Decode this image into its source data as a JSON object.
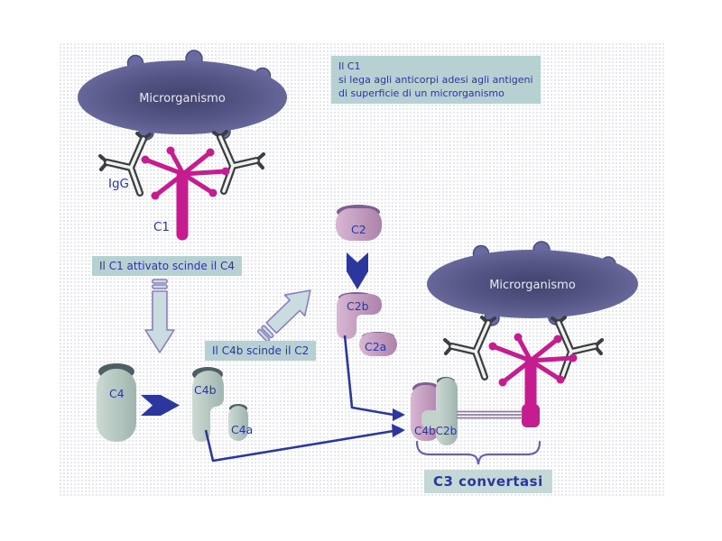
{
  "notes": {
    "c1_binding": {
      "line1": "Il C1",
      "line2": "si lega agli  anticorpi adesi agli antigeni",
      "line3": "di superficie di un microrganismo"
    },
    "c1_cleaves_c4": "Il C1 attivato scinde il C4",
    "c4b_cleaves_c2": "Il C4b scinde il C2"
  },
  "labels": {
    "microbe1": "Microrganismo",
    "microbe2": "Microrganismo",
    "igg": "IgG",
    "c1": "C1",
    "c2": "C2",
    "c2b": "C2b",
    "c2a": "C2a",
    "c4": "C4",
    "c4b": "C4b",
    "c4a": "C4a",
    "c4b_c2b_complex": "C4bC2b",
    "c3_convertase": "C3 convertasi"
  },
  "colors": {
    "microbe_fill": "#5c5c93",
    "c1_magenta": "#c51d90",
    "note_background": "#b7d0d2",
    "convertase_note_background": "#c4d8d8",
    "text_navy": "#2b379d",
    "c4_blob_sage": "#b2c5be",
    "c2_blob_mauve": "#c8a0c3",
    "outlined_arrow_fill": "#c9dce0",
    "outlined_arrow_stroke": "#8b7ec0",
    "chevron_blue": "#2b379d",
    "brace_purple": "#6d5fb0"
  }
}
